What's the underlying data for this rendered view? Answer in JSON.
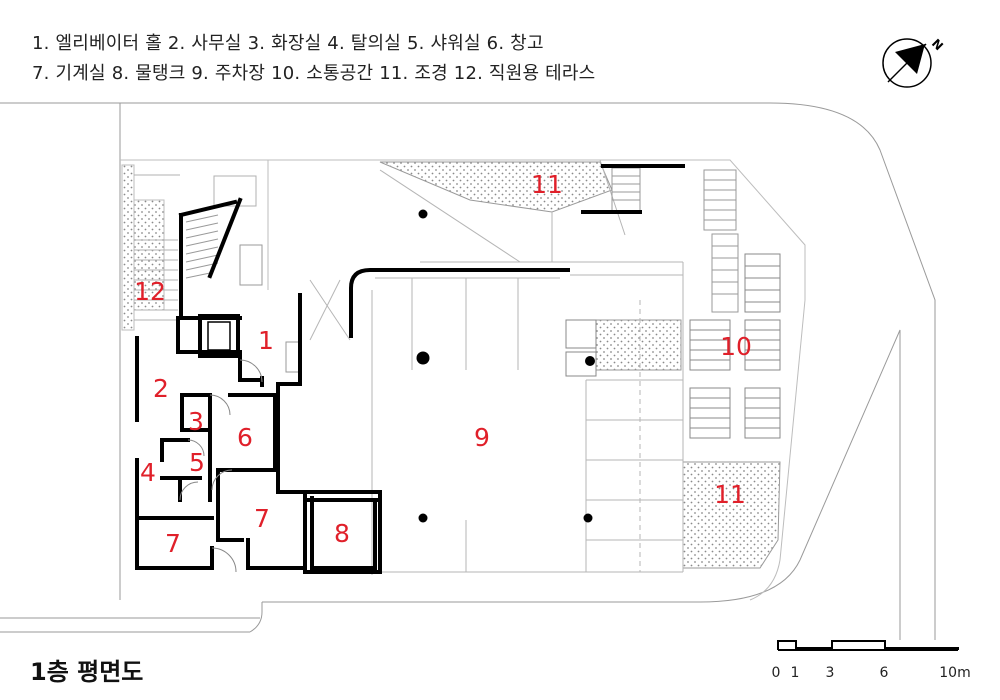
{
  "legend": {
    "line1": "1. 엘리베이터 홀  2. 사무실  3. 화장실  4. 탈의실  5. 샤워실  6. 창고",
    "line2": "7. 기계실  8. 물탱크  9. 주차장  10. 소통공간  11. 조경  12. 직원용 테라스"
  },
  "title": "1층 평면도",
  "north_label": "N",
  "scale_bar": {
    "ticks": [
      "0",
      "1",
      "3",
      "6",
      "10m"
    ]
  },
  "rooms": {
    "r1": "1",
    "r2": "2",
    "r3": "3",
    "r4": "4",
    "r5": "5",
    "r6": "6",
    "r7a": "7",
    "r7b": "7",
    "r8": "8",
    "r9": "9",
    "r10": "10",
    "r11a": "11",
    "r11b": "11",
    "r12": "12"
  },
  "colors": {
    "room_number": "#e0202a",
    "wall": "#000000",
    "thin_line": "#9a9a9a"
  }
}
